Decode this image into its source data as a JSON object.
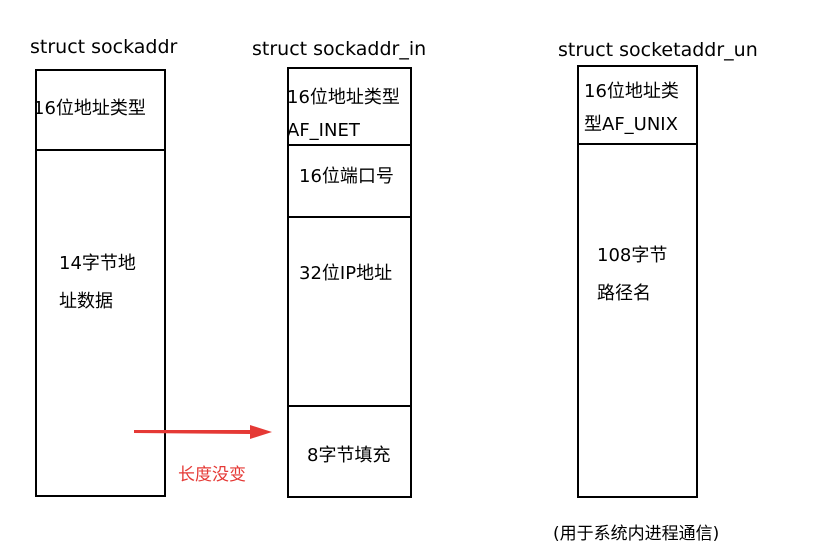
{
  "structs": {
    "sockaddr": {
      "title": "struct sockaddr",
      "fields": [
        "16位地址类型",
        "14字节地\n址数据"
      ]
    },
    "sockaddr_in": {
      "title": "struct sockaddr_in",
      "fields": [
        "16位地址类型\nAF_INET",
        "16位端口号",
        "32位IP地址",
        "8字节填充"
      ]
    },
    "sockaddr_un": {
      "title": "struct socketaddr_un",
      "fields": [
        "16位地址类\n型AF_UNIX",
        "108字节\n路径名"
      ]
    }
  },
  "annotations": {
    "arrow_label": "长度没变",
    "un_note": "(用于系统内进程通信)"
  },
  "colors": {
    "arrow": "#e53935",
    "lines": "#000000"
  }
}
